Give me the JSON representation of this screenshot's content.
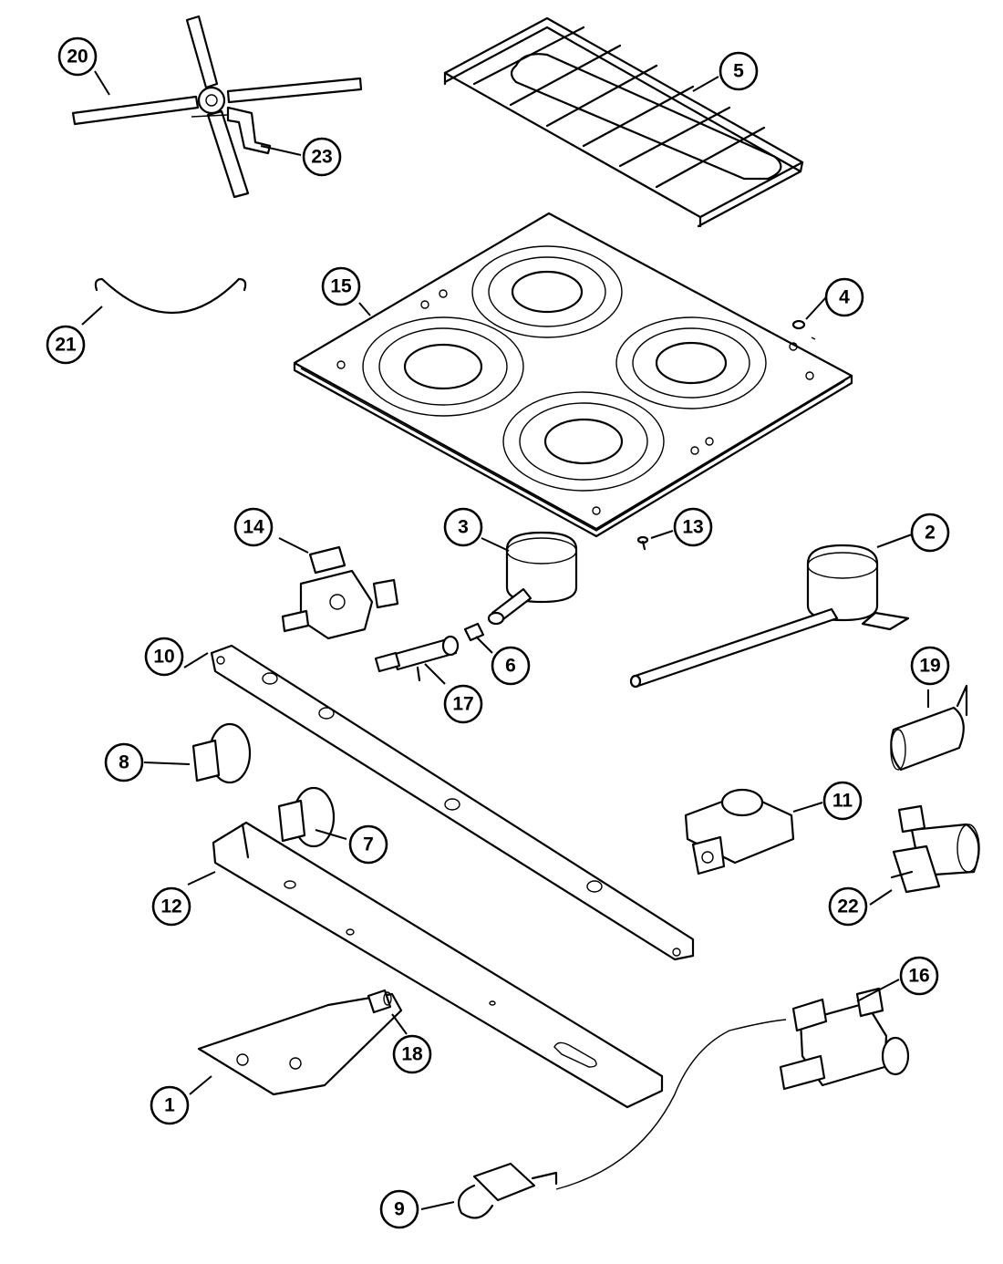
{
  "callouts": [
    {
      "id": "c20",
      "label": "20"
    },
    {
      "id": "c5",
      "label": "5"
    },
    {
      "id": "c23",
      "label": "23"
    },
    {
      "id": "c15",
      "label": "15"
    },
    {
      "id": "c4",
      "label": "4"
    },
    {
      "id": "c21",
      "label": "21"
    },
    {
      "id": "c14",
      "label": "14"
    },
    {
      "id": "c3",
      "label": "3"
    },
    {
      "id": "c13",
      "label": "13"
    },
    {
      "id": "c2",
      "label": "2"
    },
    {
      "id": "c10",
      "label": "10"
    },
    {
      "id": "c6",
      "label": "6"
    },
    {
      "id": "c17",
      "label": "17"
    },
    {
      "id": "c19",
      "label": "19"
    },
    {
      "id": "c8",
      "label": "8"
    },
    {
      "id": "c7",
      "label": "7"
    },
    {
      "id": "c11",
      "label": "11"
    },
    {
      "id": "c12",
      "label": "12"
    },
    {
      "id": "c22",
      "label": "22"
    },
    {
      "id": "c16",
      "label": "16"
    },
    {
      "id": "c18",
      "label": "18"
    },
    {
      "id": "c1",
      "label": "1"
    },
    {
      "id": "c9",
      "label": "9"
    }
  ]
}
